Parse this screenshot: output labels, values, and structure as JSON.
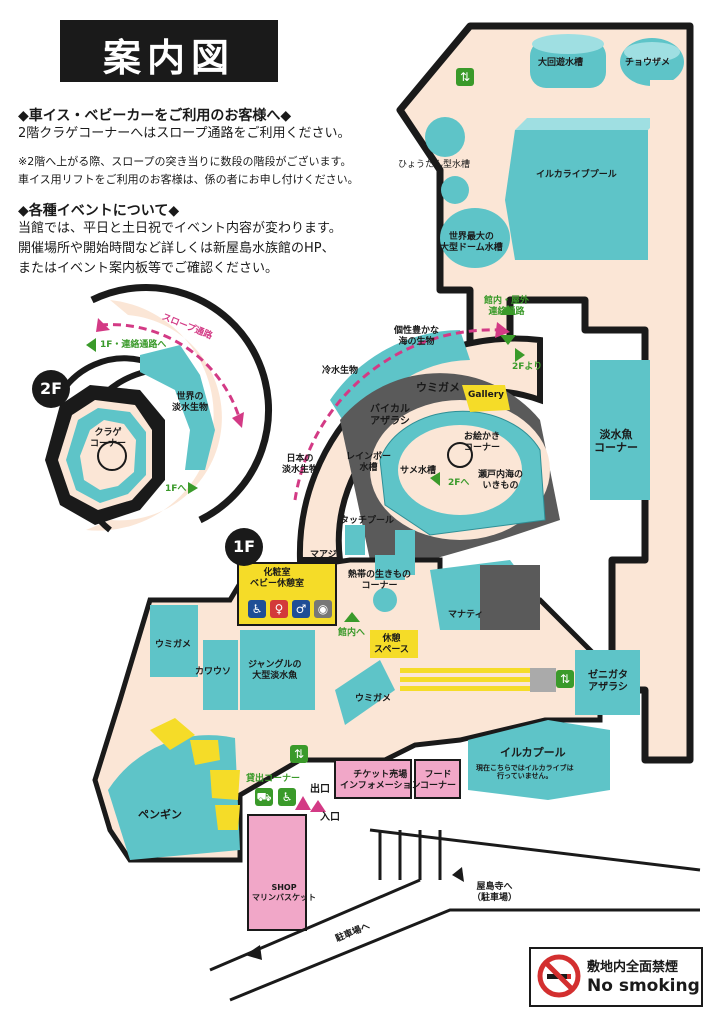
{
  "title": "案内図",
  "notices": {
    "wheelchair_heading": "◆車イス・ベビーカーをご利用のお客様へ◆",
    "wheelchair_line1": "2階クラゲコーナーへはスロープ通路をご利用ください。",
    "wheelchair_line2": "※2階へ上がる際、スロープの突き当りに数段の階段がございます。",
    "wheelchair_line3": "車イス用リフトをご利用のお客様は、係の者にお申し付けください。",
    "event_heading": "◆各種イベントについて◆",
    "event_line1": "当館では、平日と土日祝でイベント内容が変わります。",
    "event_line2": "開催場所や開始時間など詳しくは新屋島水族館のHP、",
    "event_line3": "またはイベント案内板等でご確認ください。"
  },
  "floors": {
    "second": "2F",
    "first": "1F"
  },
  "labels_2f": {
    "to_1f_slope": "1F・連絡通路へ",
    "slope_passage": "スロープ通路",
    "world_freshwater": "世界の\n淡水生物",
    "jellyfish": "クラゲ\nコーナー",
    "to_1f": "1Fへ"
  },
  "labels_upper": {
    "big_tank": "大回遊水槽",
    "sturgeon": "チョウザメ",
    "gourd_tank": "ひょうたん型水槽",
    "dolphin_live_pool": "イルカライブプール",
    "dome_tank": "世界最大の\n大型ドーム水槽",
    "passage": "館内・屋外\n連絡通路",
    "from_2f": "2Fより"
  },
  "labels_1f": {
    "unique_sea": "個性豊かな\n海の生物",
    "cold_water": "冷水生物",
    "sea_turtle_top": "ウミガメ",
    "gallery": "Gallery",
    "baikal_seal": "バイカル\nアザラシ",
    "japan_freshwater": "日本の\n淡水生物",
    "rainbow_tank": "レインボー\n水槽",
    "shark_tank": "サメ水槽",
    "drawing_corner": "お絵かき\nコーナー",
    "to_2f": "2Fへ",
    "seto_inland": "瀬戸内海の\nいきもの",
    "freshwater_fish": "淡水魚\nコーナー",
    "touch_pool": "タッチプール",
    "horseshoe_crab": "マアジ",
    "tropical": "熱帯の生きもの\nコーナー",
    "manatee": "マナティ",
    "restroom": "化粧室\nベビー休憩室",
    "sea_turtle_left": "ウミガメ",
    "otter": "カワウソ",
    "jungle": "ジャングルの\n大型淡水魚",
    "to_inside": "館内へ",
    "rest_space": "休憩\nスペース",
    "zenigata": "ゼニガタ\nアザラシ",
    "sea_turtle_center": "ウミガメ",
    "dolphin_pool": "イルカプール",
    "dolphin_note": "現在こちらではイルカライブは\n行っていません。",
    "rental": "貸出コーナー",
    "exit": "出口",
    "entrance": "入口",
    "ticket": "チケット売場\nインフォメーション",
    "food": "フード\nコーナー",
    "penguin": "ペンギン",
    "shop": "SHOP\nマリンバスケット",
    "to_yashimaji": "屋島寺へ\n（駐車場）",
    "to_parking": "駐車場へ"
  },
  "no_smoking": {
    "jp": "敷地内全面禁煙",
    "en": "No smoking"
  },
  "colors": {
    "tank": "#5ec4c8",
    "tank_dark": "#2f8f96",
    "floor": "#fbe6d6",
    "wall": "#1a1a1a",
    "yellow": "#f5dc28",
    "pink": "#f1a7c8",
    "gray": "#5a5a5a",
    "arrow_pink": "#d33a85",
    "green": "#3a9a2a"
  },
  "icons": [
    "wheelchair-icon",
    "restroom-icon",
    "baby-icon",
    "no-smoking-icon",
    "elevator-icon",
    "stroller-icon"
  ]
}
